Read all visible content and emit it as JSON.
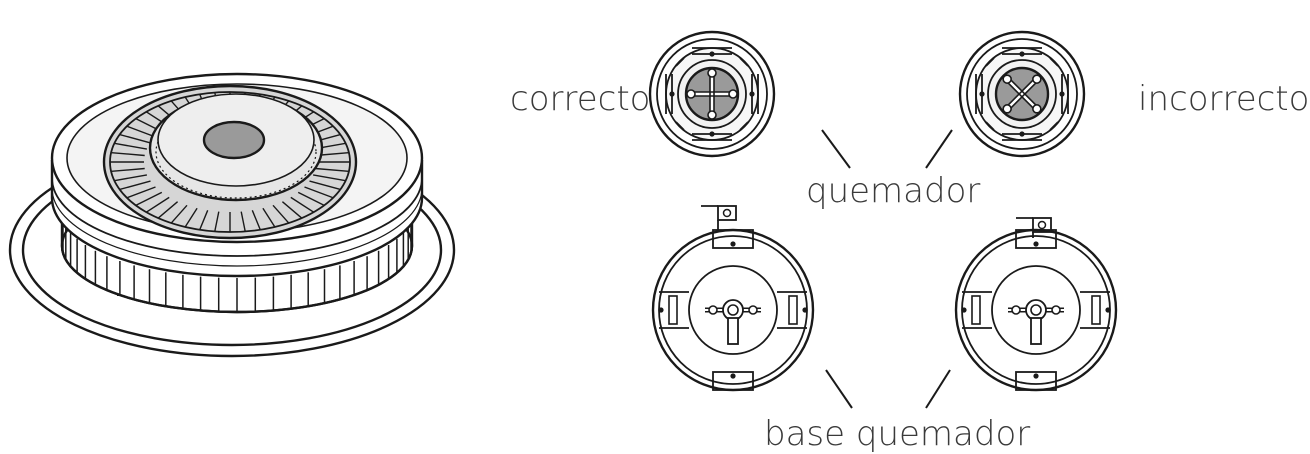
{
  "labels": {
    "correct": "correcto",
    "incorrect": "incorrecto",
    "burner": "quemador",
    "burner_base": "base quemador"
  },
  "colors": {
    "stroke": "#1a1a1a",
    "fill_light": "#ebebeb",
    "fill_mid": "#d4d4d4",
    "fill_dark": "#9a9a9a",
    "text": "#3a3a3a"
  }
}
